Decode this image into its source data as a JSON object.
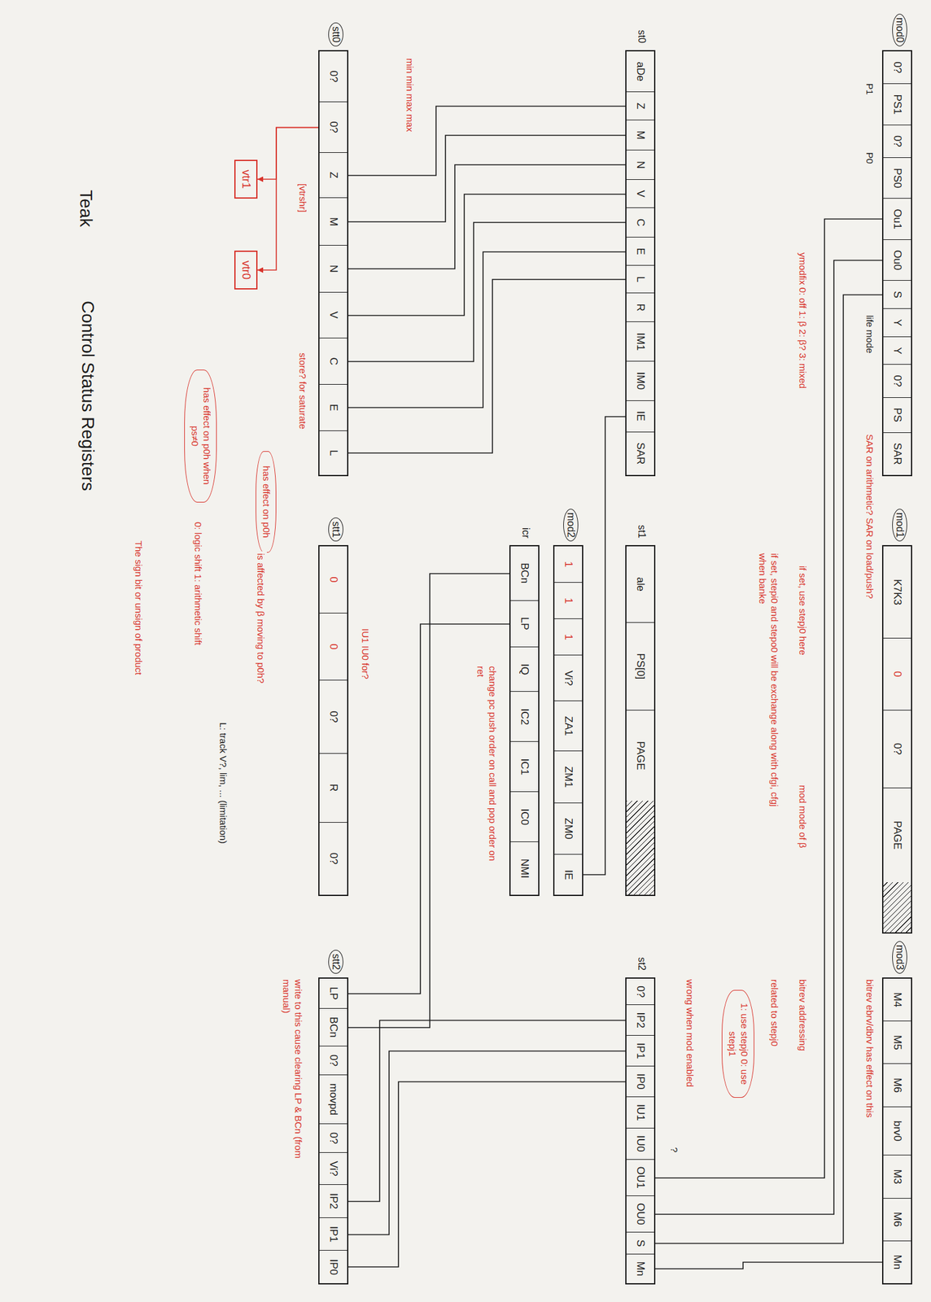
{
  "diagram": {
    "title": "Control Status Registers",
    "nodes": [
      {
        "text": [
          "mod0"
        ]
      },
      {
        "text": [
          "0?"
        ],
        "in": 0
      },
      {
        "text": [
          "PS1"
        ],
        "in": 0
      },
      {
        "text": [
          "0?"
        ],
        "in": 0
      },
      {
        "text": [
          "PS0"
        ],
        "in": 0
      },
      {
        "text": [
          "Ou1"
        ],
        "in": 0
      },
      {
        "text": [
          "Ou0"
        ],
        "in": 0
      },
      {
        "text": [
          "S"
        ],
        "in": 0
      },
      {
        "text": [
          "Y"
        ],
        "in": 0
      },
      {
        "text": [
          "Y"
        ],
        "in": 0
      },
      {
        "text": [
          "0?"
        ],
        "in": 0
      },
      {
        "text": [
          "PS"
        ],
        "in": 0
      },
      {
        "text": [
          "SAR"
        ],
        "in": 0
      },
      {
        "text": [
          "mod1"
        ]
      },
      {
        "text": [
          "K7K3"
        ],
        "in": 13
      },
      {
        "text": [
          "0"
        ],
        "in": 13
      },
      {
        "text": [
          "0?"
        ],
        "in": 13
      },
      {
        "text": [
          "PAGE"
        ],
        "in": 13
      },
      {
        "text": [
          "mod3"
        ]
      },
      {
        "text": [
          "M4"
        ],
        "in": 18
      },
      {
        "text": [
          "M5"
        ],
        "in": 18
      },
      {
        "text": [
          "M6"
        ],
        "in": 18
      },
      {
        "text": [
          "brv0"
        ],
        "in": 18
      },
      {
        "text": [
          "M3"
        ],
        "in": 18
      },
      {
        "text": [
          "M6"
        ],
        "in": 18
      },
      {
        "text": [
          "Mn"
        ],
        "in": 18
      },
      {
        "text": [
          "st0"
        ]
      },
      {
        "text": [
          "aDe"
        ],
        "in": 26
      },
      {
        "text": [
          "Z"
        ],
        "in": 26
      },
      {
        "text": [
          "M"
        ],
        "in": 26
      },
      {
        "text": [
          "N"
        ],
        "in": 26
      },
      {
        "text": [
          "V"
        ],
        "in": 26
      },
      {
        "text": [
          "C"
        ],
        "in": 26
      },
      {
        "text": [
          "E"
        ],
        "in": 26
      },
      {
        "text": [
          "L"
        ],
        "in": 26
      },
      {
        "text": [
          "R"
        ],
        "in": 26
      },
      {
        "text": [
          "IM1"
        ],
        "in": 26
      },
      {
        "text": [
          "IM0"
        ],
        "in": 26
      },
      {
        "text": [
          "IE"
        ],
        "in": 26
      },
      {
        "text": [
          "SAR"
        ],
        "in": 26
      },
      {
        "text": [
          "st1"
        ]
      },
      {
        "text": [
          "ale"
        ],
        "in": 40
      },
      {
        "text": [
          "PS[0]"
        ],
        "in": 40
      },
      {
        "text": [
          "PAGE"
        ],
        "in": 40
      },
      {
        "text": [
          "st2"
        ]
      },
      {
        "text": [
          "0?"
        ],
        "in": 44
      },
      {
        "text": [
          "IP2"
        ],
        "in": 44
      },
      {
        "text": [
          "IP1"
        ],
        "in": 44
      },
      {
        "text": [
          "IP0"
        ],
        "in": 44
      },
      {
        "text": [
          "IU1"
        ],
        "in": 44
      },
      {
        "text": [
          "IU0"
        ],
        "in": 44
      },
      {
        "text": [
          "OU1"
        ],
        "in": 44
      },
      {
        "text": [
          "OU0"
        ],
        "in": 44
      },
      {
        "text": [
          "S"
        ],
        "in": 44
      },
      {
        "text": [
          "Mn"
        ],
        "in": 44
      },
      {
        "text": [
          "mod2"
        ]
      },
      {
        "text": [
          "1"
        ],
        "in": 55
      },
      {
        "text": [
          "1"
        ],
        "in": 55
      },
      {
        "text": [
          "1"
        ],
        "in": 55
      },
      {
        "text": [
          "Vi?"
        ],
        "in": 55
      },
      {
        "text": [
          "ZA1"
        ],
        "in": 55
      },
      {
        "text": [
          "ZM1"
        ],
        "in": 55
      },
      {
        "text": [
          "ZM0"
        ],
        "in": 55
      },
      {
        "text": [
          "IE"
        ],
        "in": 55
      },
      {
        "text": [
          "icr"
        ]
      },
      {
        "text": [
          "BCn"
        ],
        "in": 64
      },
      {
        "text": [
          "LP"
        ],
        "in": 64
      },
      {
        "text": [
          "IQ"
        ],
        "in": 64
      },
      {
        "text": [
          "IC2"
        ],
        "in": 64
      },
      {
        "text": [
          "IC1"
        ],
        "in": 64
      },
      {
        "text": [
          "IC0"
        ],
        "in": 64
      },
      {
        "text": [
          "NMI"
        ],
        "in": 64
      },
      {
        "text": [
          "stt0"
        ]
      },
      {
        "text": [
          "0?"
        ],
        "in": 72
      },
      {
        "text": [
          "0?"
        ],
        "in": 72
      },
      {
        "text": [
          "Z"
        ],
        "in": 72
      },
      {
        "text": [
          "M"
        ],
        "in": 72
      },
      {
        "text": [
          "N"
        ],
        "in": 72
      },
      {
        "text": [
          "V"
        ],
        "in": 72
      },
      {
        "text": [
          "C"
        ],
        "in": 72
      },
      {
        "text": [
          "E"
        ],
        "in": 72
      },
      {
        "text": [
          "L"
        ],
        "in": 72
      },
      {
        "text": [
          "stt1"
        ]
      },
      {
        "text": [
          "0"
        ],
        "in": 82
      },
      {
        "text": [
          "0"
        ],
        "in": 82
      },
      {
        "text": [
          "0?"
        ],
        "in": 82
      },
      {
        "text": [
          "R"
        ],
        "in": 82
      },
      {
        "text": [
          "0?"
        ],
        "in": 82
      },
      {
        "text": [
          "stt2"
        ]
      },
      {
        "text": [
          "LP"
        ],
        "in": 88
      },
      {
        "text": [
          "BCn"
        ],
        "in": 88
      },
      {
        "text": [
          "0?"
        ],
        "in": 88
      },
      {
        "text": [
          "movpd"
        ],
        "in": 88
      },
      {
        "text": [
          "0?"
        ],
        "in": 88
      },
      {
        "text": [
          "Vi?"
        ],
        "in": 88
      },
      {
        "text": [
          "IP2"
        ],
        "in": 88
      },
      {
        "text": [
          "IP1"
        ],
        "in": 88
      },
      {
        "text": [
          "IP0"
        ],
        "in": 88
      },
      {
        "text": [
          "vtr1"
        ]
      },
      {
        "text": [
          "vtr0"
        ]
      }
    ],
    "edges": [
      {
        "from": 28,
        "to": 75,
        "arrow": "none"
      },
      {
        "from": 29,
        "to": 76,
        "arrow": "none"
      },
      {
        "from": 30,
        "to": 77,
        "arrow": "none"
      },
      {
        "from": 31,
        "to": 78,
        "arrow": "none"
      },
      {
        "from": 32,
        "to": 79,
        "arrow": "none"
      },
      {
        "from": 33,
        "to": 80,
        "arrow": "none"
      },
      {
        "from": 34,
        "to": 81,
        "arrow": "none"
      },
      {
        "from": 5,
        "to": 51,
        "arrow": "none"
      },
      {
        "from": 6,
        "to": 52,
        "arrow": "none"
      },
      {
        "from": 7,
        "to": 53,
        "arrow": "none"
      },
      {
        "from": 25,
        "to": 54,
        "arrow": "none"
      },
      {
        "from": 38,
        "to": 63,
        "arrow": "none"
      },
      {
        "from": 65,
        "to": 90,
        "arrow": "none"
      },
      {
        "from": 66,
        "to": 89,
        "arrow": "none"
      },
      {
        "from": 46,
        "to": 95,
        "arrow": "none"
      },
      {
        "from": 47,
        "to": 96,
        "arrow": "none"
      },
      {
        "from": 48,
        "to": 97,
        "arrow": "none"
      },
      {
        "from": 74,
        "to": 98,
        "arrow": "to"
      },
      {
        "from": 74,
        "to": 99,
        "arrow": "to"
      }
    ],
    "labels": [
      "P1",
      "P0",
      "life mode",
      "SAR on arithmetic? SAR on load/push?",
      "ymodfix 0: off 1: β 2: β? 3: mixed",
      "if set, use stepj0 here",
      "mod mode of β",
      "if set, stepi0 and stepo0 will be exchange along with cfgi, cfgj when banke",
      "bitrev ebrv/dbrv has effect on this",
      "bitrev addressing",
      "related to stepj0",
      "1: use stepj0 0: use stepj1",
      "wrong when mod enabled",
      "?",
      "change pc push order on call and pop order on ret",
      "IU1 IU0 for?",
      "min min max max",
      "[vtrshr]",
      "store? for saturate",
      "write to this cause clearing LP & BCn (from manual)",
      "has effect on p0h",
      "is affected by β moving to p0h?",
      "has effect on p0h when ps≠0",
      "0: logic shift 1: arithmetic shift",
      "The sign bit or unsign of product",
      "L: track V?, lim, ... (limitation)",
      "Teak"
    ]
  }
}
